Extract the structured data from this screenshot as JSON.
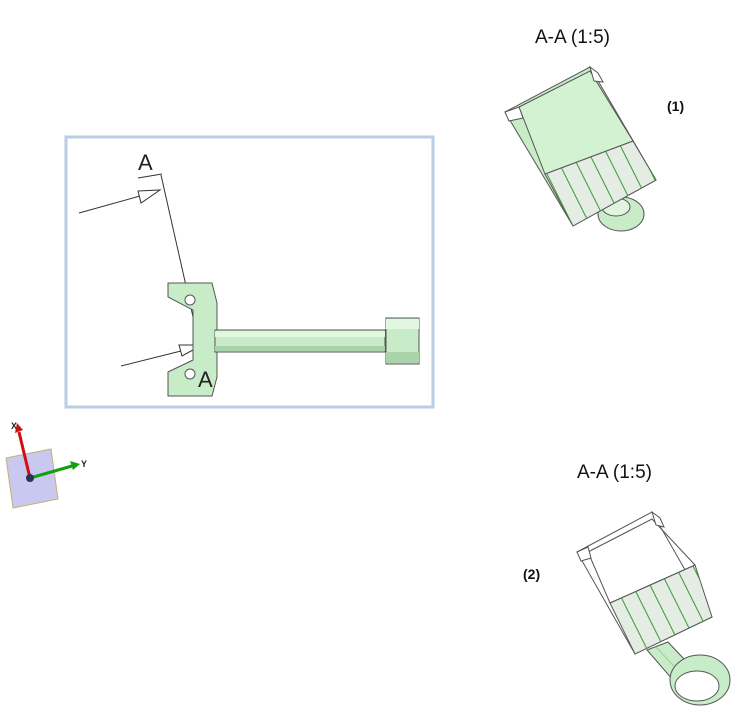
{
  "views": {
    "main": {
      "section_label_top": "A",
      "section_label_bottom": "A"
    },
    "section1": {
      "title": "A-A (1:5)",
      "number": "(1)"
    },
    "section2": {
      "title": "A-A (1:5)",
      "number": "(2)"
    }
  },
  "axis_triad": {
    "x_label": "X",
    "y_label": "Y"
  },
  "colors": {
    "part_fill": "#c8ecc8",
    "part_stroke": "#444444",
    "hatch": "#3a9a3a",
    "frame": "#b9cde6",
    "axis_x": "#d01010",
    "axis_y": "#10a010",
    "triad_plane": "#c8c8f0"
  }
}
